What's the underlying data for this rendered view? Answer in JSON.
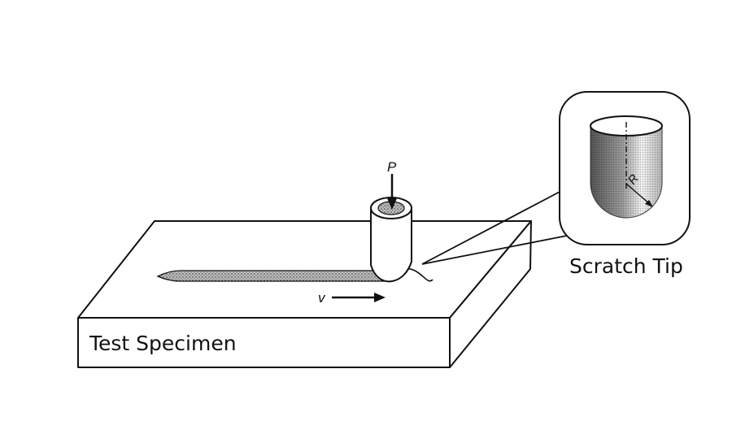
{
  "labels": {
    "specimen": "Test Specimen",
    "tip": "Scratch Tip",
    "load": "P",
    "velocity": "v",
    "radius": "R"
  },
  "colors": {
    "stroke": "#111111",
    "groove": "#8a8a8a",
    "background": "#ffffff"
  },
  "icons": {
    "load_arrow": "arrow-down-icon",
    "velocity_arrow": "arrow-right-icon"
  }
}
